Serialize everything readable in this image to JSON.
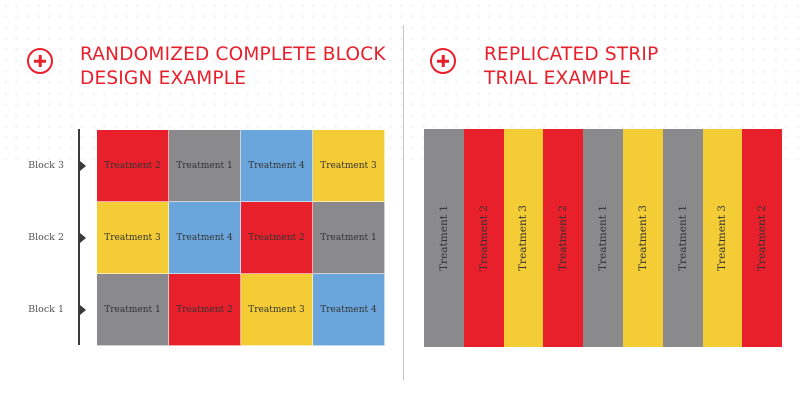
{
  "left_panel": {
    "title_line1": "RANDOMIZED COMPLETE BLOCK",
    "title_line2": "DESIGN EXAMPLE",
    "blocks": [
      {
        "label": "Block 3",
        "cells": [
          {
            "text": "Treatment 2",
            "color": "#e8202b"
          },
          {
            "text": "Treatment 1",
            "color": "#8a8a8d"
          },
          {
            "text": "Treatment 4",
            "color": "#6aa6dc"
          },
          {
            "text": "Treatment 3",
            "color": "#f4cd36"
          }
        ]
      },
      {
        "label": "Block 2",
        "cells": [
          {
            "text": "Treatment 3",
            "color": "#f4cd36"
          },
          {
            "text": "Treatment 4",
            "color": "#6aa6dc"
          },
          {
            "text": "Treatment 2",
            "color": "#e8202b"
          },
          {
            "text": "Treatment 1",
            "color": "#8a8a8d"
          }
        ]
      },
      {
        "label": "Block 1",
        "cells": [
          {
            "text": "Treatment 1",
            "color": "#8a8a8d"
          },
          {
            "text": "Treatment 2",
            "color": "#e8202b"
          },
          {
            "text": "Treatment  3",
            "color": "#f4cd36"
          },
          {
            "text": "Treatment 4",
            "color": "#6aa6dc"
          }
        ]
      }
    ]
  },
  "right_panel": {
    "title_line1": "REPLICATED STRIP",
    "title_line2": "TRIAL EXAMPLE",
    "strips": [
      {
        "text": "Treatment 1",
        "color": "#8a8a8d"
      },
      {
        "text": "Treatment 2",
        "color": "#e8202b"
      },
      {
        "text": "Treatment  3",
        "color": "#f4cd36"
      },
      {
        "text": "Treatment 2",
        "color": "#e8202b"
      },
      {
        "text": "Treatment 1",
        "color": "#8a8a8d"
      },
      {
        "text": "Treatment  3",
        "color": "#f4cd36"
      },
      {
        "text": "Treatment 1",
        "color": "#8a8a8d"
      },
      {
        "text": "Treatment  3",
        "color": "#f4cd36"
      },
      {
        "text": "Treatment 2",
        "color": "#e8202b"
      }
    ]
  },
  "accent_color": "#e8202b",
  "icons": [
    "plus-circle-icon"
  ]
}
